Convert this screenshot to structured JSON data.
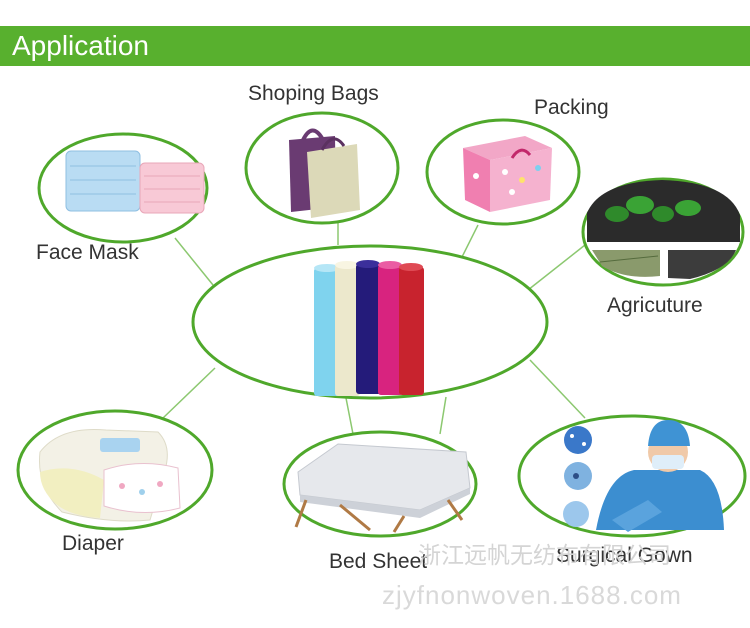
{
  "header": {
    "title": "Application"
  },
  "center": {
    "icon": "fabric-rolls"
  },
  "applications": [
    {
      "id": "face-mask",
      "label": "Face Mask",
      "icon": "face-mask-image"
    },
    {
      "id": "shopping-bags",
      "label": "Shoping Bags",
      "icon": "bags-image"
    },
    {
      "id": "packing",
      "label": "Packing",
      "icon": "box-image"
    },
    {
      "id": "agriculture",
      "label": "Agricuture",
      "icon": "plant-cover-image"
    },
    {
      "id": "diaper",
      "label": "Diaper",
      "icon": "diaper-image"
    },
    {
      "id": "bed-sheet",
      "label": "Bed Sheet",
      "icon": "bed-image"
    },
    {
      "id": "surgical-gown",
      "label": "Surgical Gown",
      "icon": "surgeon-image"
    }
  ],
  "watermark": {
    "company": "浙江远帆无纺布有限公司",
    "site": "zjyfnonwoven.1688.com"
  },
  "colors": {
    "accent": "#58b02e",
    "outline": "#4fa82b",
    "connector": "#8cc870",
    "rolls": [
      "#7fd3ee",
      "#ece8cc",
      "#241b7a",
      "#d8237f",
      "#c8232e"
    ]
  }
}
